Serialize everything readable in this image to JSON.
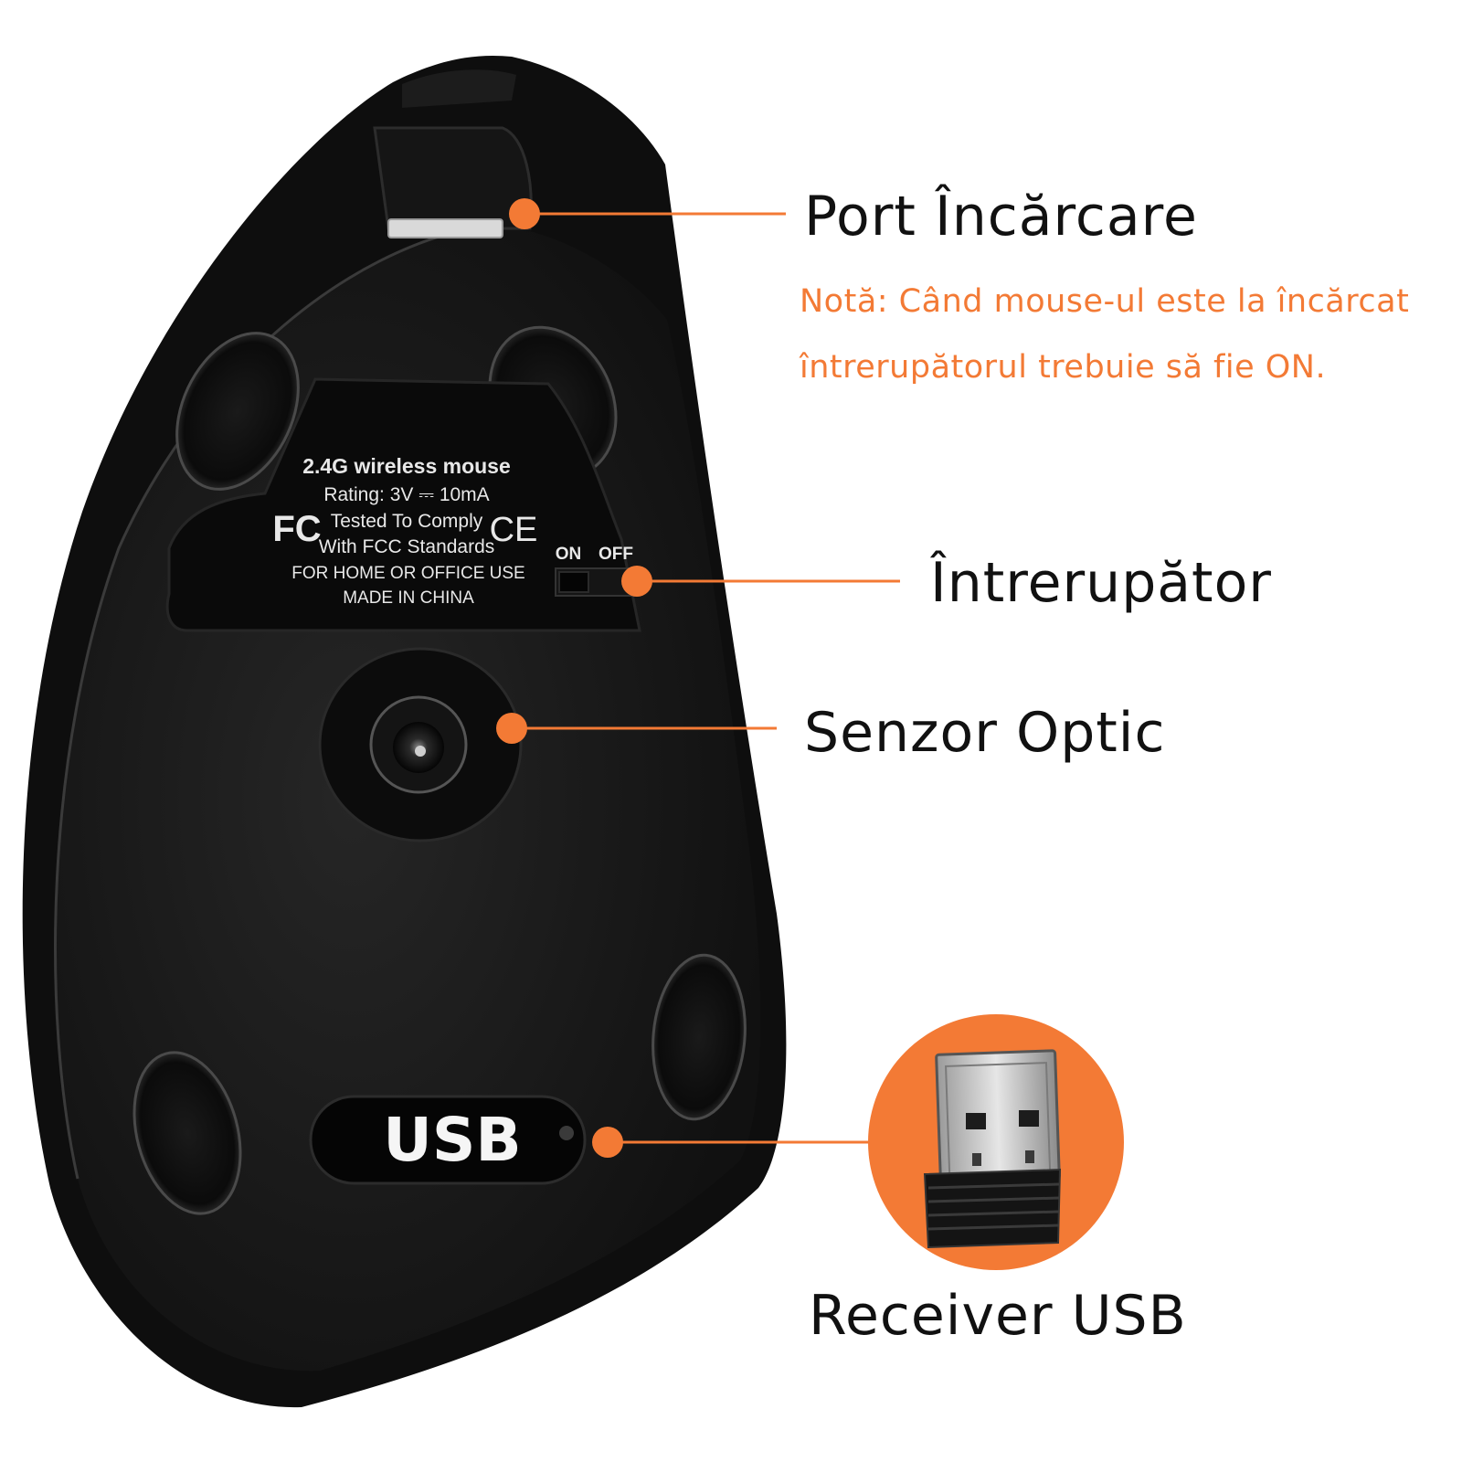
{
  "colors": {
    "accent": "#f37a35",
    "mouse_body": "#1b1b1b",
    "label_text": "#111111",
    "background": "#ffffff"
  },
  "product_label": {
    "lines": [
      "2.4G wireless mouse",
      "Rating: 3V ⎓ 10mA",
      "Tested To Comply",
      "With FCC Standards",
      "FOR HOME OR OFFICE USE",
      "MADE IN CHINA"
    ],
    "fcc_mark": "FC",
    "ce_mark": "CE"
  },
  "switch": {
    "on_label": "ON",
    "off_label": "OFF"
  },
  "usb_slot_label": "USB",
  "callouts": {
    "charging_port": {
      "label": "Port Încărcare",
      "note_line1": "Notă: Când mouse-ul este la încărcat",
      "note_line2": "întrerupătorul trebuie să fie ON."
    },
    "switch": {
      "label": "Întrerupător"
    },
    "sensor": {
      "label": "Senzor Optic"
    },
    "receiver": {
      "label": "Receiver USB"
    }
  }
}
